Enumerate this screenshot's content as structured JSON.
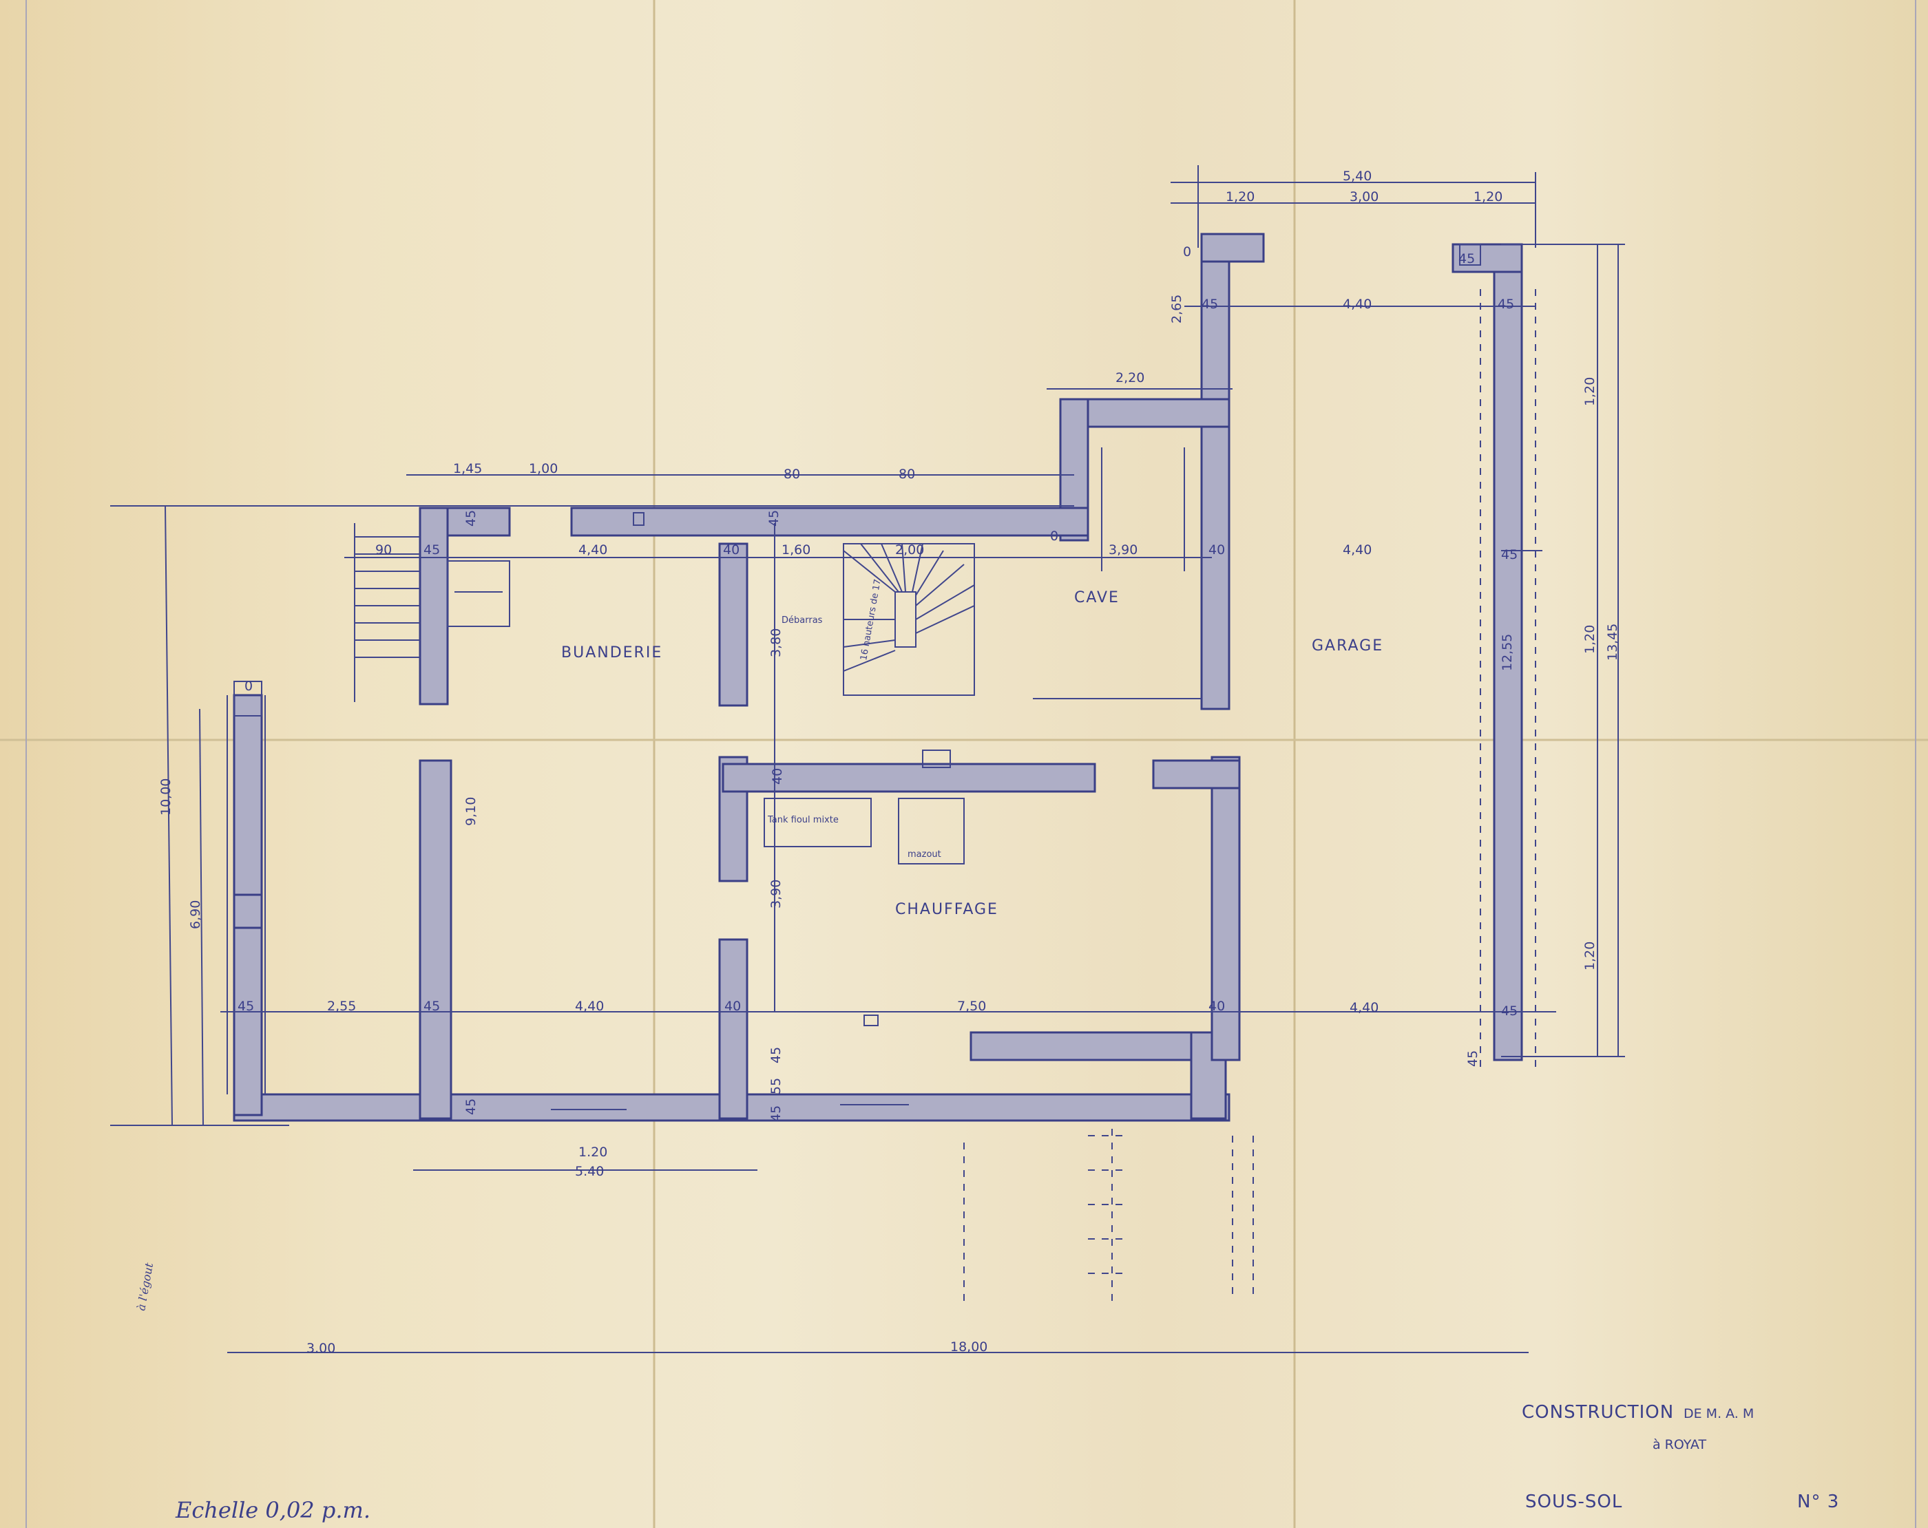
{
  "title": {
    "construction": "CONSTRUCTION",
    "owner": "DE M. A. M",
    "place": "à ROYAT",
    "level": "SOUS-SOL",
    "sheet_no": "N° 3"
  },
  "scale": "Echelle 0,02 p.m.",
  "egout": "à l'égout",
  "rooms": {
    "buanderie": "BUANDERIE",
    "debarras": "Débarras",
    "cave": "CAVE",
    "garage": "GARAGE",
    "chauffage": "CHAUFFAGE",
    "stairs_note": "16 hauteurs de 17",
    "tank": "Tank fioul mixte",
    "mazout": "mazout"
  },
  "dims": {
    "top_540": "5,40",
    "top_120a": "1,20",
    "top_300": "3,00",
    "top_120b": "1,20",
    "d_0a": "0",
    "d_265": "2,65",
    "d_45a": "45",
    "d_440a": "4,40",
    "d_45b": "45",
    "d_45c": "45",
    "d_220": "2,20",
    "d_145": "1,45",
    "d_100": "1,00",
    "d_80a": "80",
    "d_80b": "80",
    "d_45d": "45",
    "d_45e": "45",
    "d_90": "90",
    "d_45f": "45",
    "d_440b": "4,40",
    "d_40a": "40",
    "d_160": "1,60",
    "d_200": "2,00",
    "d_0b": "0",
    "d_390a": "3,90",
    "d_40b": "40",
    "d_440c": "4,40",
    "d_45g": "45",
    "d_380": "3,80",
    "d_1255": "12,55",
    "d_120r1": "1,20",
    "d_120r2": "1,20",
    "d_120r3": "1,20",
    "d_1345": "13,45",
    "d_0c": "0",
    "d_1000": "10,00",
    "d_910": "9,10",
    "d_40c": "40",
    "d_690": "6,90",
    "d_390b": "3,90",
    "d_45h": "45",
    "d_255": "2,55",
    "d_45i": "45",
    "d_440d": "4,40",
    "d_40d": "40",
    "d_750": "7,50",
    "d_40e": "40",
    "d_440e": "4,40",
    "d_45j": "45",
    "d_45k": "45",
    "d_45l": "45",
    "d_55": "55",
    "d_45m": "45",
    "d_45n": "45",
    "d_120b": "1.20",
    "d_540b": "5.40",
    "d_300b": "3.00",
    "d_1800": "18,00"
  }
}
